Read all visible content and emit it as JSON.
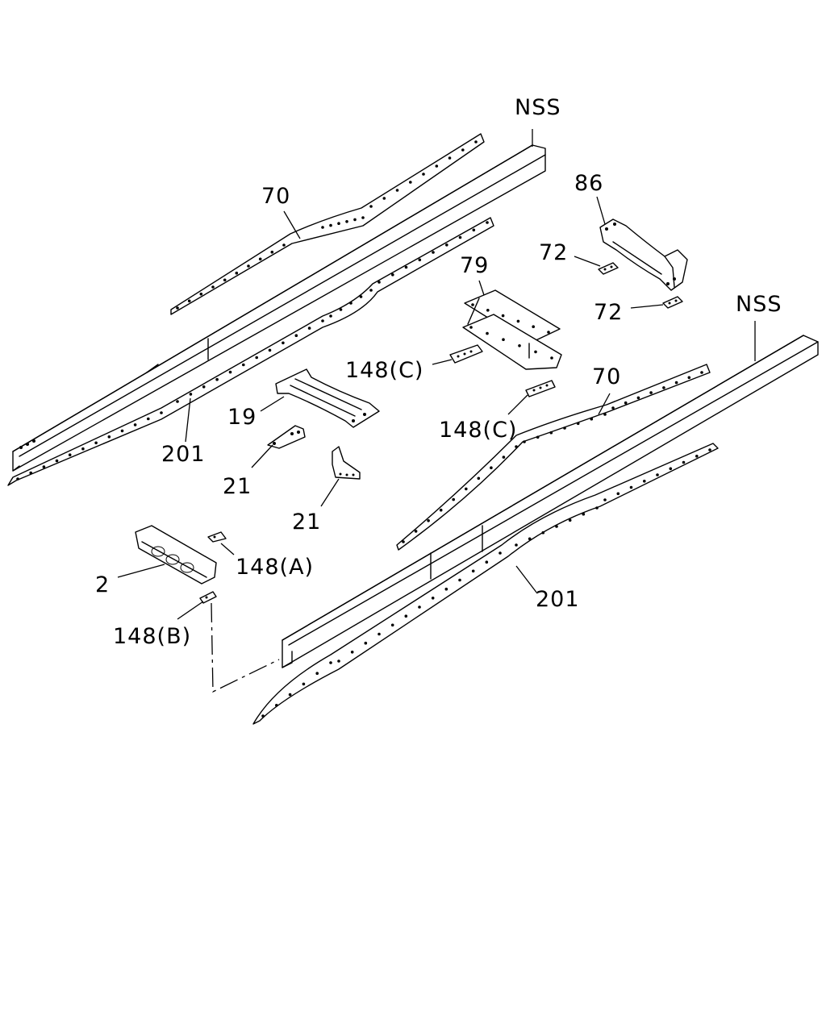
{
  "callouts": {
    "nss_upper": "NSS",
    "nss_lower": "NSS",
    "p70_upper": "70",
    "p70_lower": "70",
    "p86": "86",
    "p72_a": "72",
    "p72_b": "72",
    "p79": "79",
    "p148c_a": "148(C)",
    "p148c_b": "148(C)",
    "p19": "19",
    "p201_upper": "201",
    "p201_lower": "201",
    "p21_a": "21",
    "p21_b": "21",
    "p2": "2",
    "p148a": "148(A)",
    "p148b": "148(B)"
  }
}
